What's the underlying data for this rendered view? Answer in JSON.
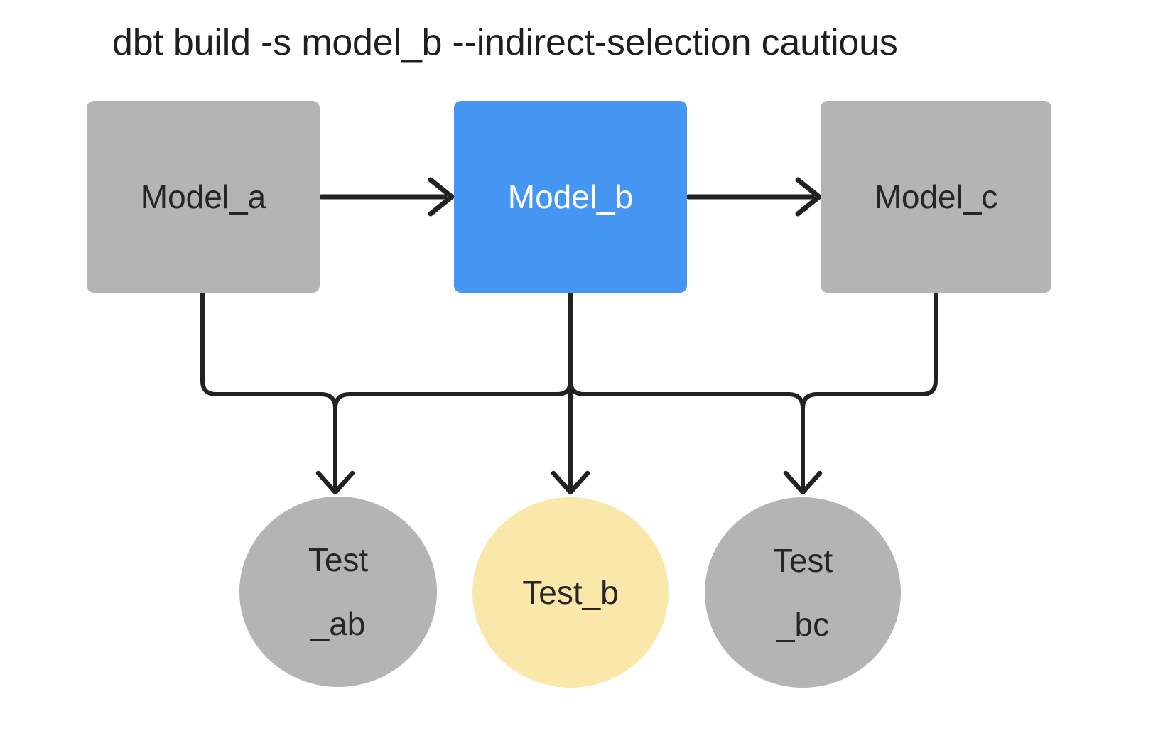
{
  "title": "dbt build -s model_b --indirect-selection cautious",
  "colors": {
    "background": "#ffffff",
    "connector": "#222222",
    "model_default_fill": "#b4b4b4",
    "model_selected_fill": "#4596f3",
    "test_skipped_fill": "#b4b4b4",
    "test_selected_fill": "#f9e8a9",
    "label_dark": "#262626",
    "label_light": "#ffffff"
  },
  "nodes": {
    "models": [
      {
        "id": "model_a",
        "label": "Model_a",
        "fill": "#b4b4b4",
        "text_color": "#262626"
      },
      {
        "id": "model_b",
        "label": "Model_b",
        "fill": "#4596f3",
        "text_color": "#ffffff"
      },
      {
        "id": "model_c",
        "label": "Model_c",
        "fill": "#b4b4b4",
        "text_color": "#262626"
      }
    ],
    "tests": [
      {
        "id": "test_ab",
        "lines": [
          "Test",
          "_ab"
        ],
        "fill": "#b4b4b4"
      },
      {
        "id": "test_b",
        "lines": [
          "Test_b"
        ],
        "fill": "#f9e8a9"
      },
      {
        "id": "test_bc",
        "lines": [
          "Test",
          "_bc"
        ],
        "fill": "#b4b4b4"
      }
    ]
  },
  "edges": [
    {
      "from": "Model_a",
      "to": "Model_b"
    },
    {
      "from": "Model_b",
      "to": "Model_c"
    },
    {
      "from": "Model_a",
      "to": "Test_ab"
    },
    {
      "from": "Model_b",
      "to": "Test_ab"
    },
    {
      "from": "Model_b",
      "to": "Test_b"
    },
    {
      "from": "Model_b",
      "to": "Test_bc"
    },
    {
      "from": "Model_c",
      "to": "Test_bc"
    }
  ]
}
